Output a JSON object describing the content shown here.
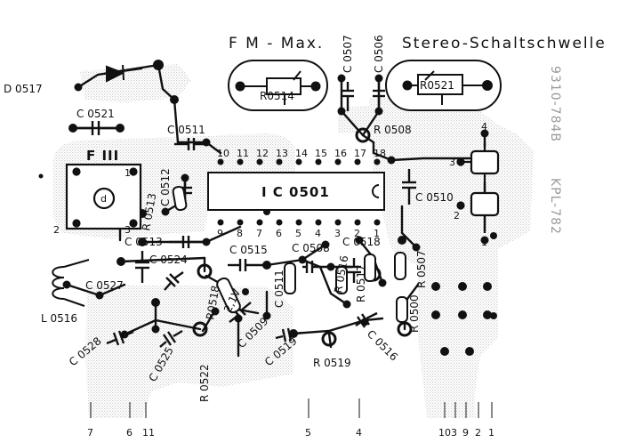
{
  "header": {
    "fm_max_label": "F M - Max.",
    "stereo_label": "Stereo-Schaltschwelle"
  },
  "side_text": {
    "part_number": "9310-784B",
    "board_code": "KPL-782"
  },
  "components": {
    "D0517": "D 0517",
    "C0521": "C 0521",
    "FIII": "F III",
    "C0511_top": "C 0511",
    "C0512": "C 0512",
    "R0513": "R 0513",
    "R0514": "R0514",
    "R0521": "R0521",
    "C0507": "C 0507",
    "C0506": "C 0506",
    "R0508": "R 0508",
    "IC0501": "I C  0501",
    "C0510": "C 0510",
    "C0513": "C 0513",
    "C0524": "C 0524",
    "C0515": "C 0515",
    "C0508": "C 0508",
    "C0518": "C 0518",
    "R0507": "R 0507",
    "C0527": "C 0527",
    "L0516": "L 0516",
    "R0518": "R0518",
    "V21": "2,1V",
    "C0511_low": "C 0511",
    "R0516": "R 0516",
    "R0517": "R 0517",
    "R0500": "R 0500",
    "C0509": "C 0509",
    "C0519": "C 0519",
    "R0519": "R 0519",
    "C0516": "C 0516",
    "C0528": "C 0528",
    "C0525": "C 0525",
    "R0522": "R 0522"
  },
  "ic_pins": {
    "top": [
      "10",
      "11",
      "12",
      "13",
      "14",
      "15",
      "16",
      "17",
      "18"
    ],
    "bottom": [
      "9",
      "8",
      "7",
      "6",
      "5",
      "4",
      "3",
      "2",
      "1"
    ]
  },
  "coil_fiii_pins": {
    "p1": "1",
    "p2": "2",
    "p3": "3",
    "core": "d"
  },
  "right_coil_pins": {
    "p1": "1",
    "p2": "2",
    "p3": "3",
    "p4": "4"
  },
  "bottom_terminals": [
    "7",
    "6",
    "11",
    "5",
    "4",
    "10",
    "3",
    "9",
    "2",
    "1"
  ]
}
